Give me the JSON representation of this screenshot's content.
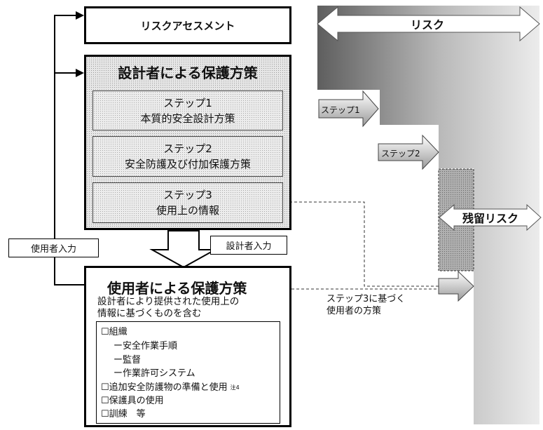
{
  "risk_assessment": "リスクアセスメント",
  "designer_measures": {
    "title": "設計者による保護方策",
    "steps": [
      {
        "line1": "ステップ1",
        "line2": "本質的安全設計方策"
      },
      {
        "line1": "ステップ2",
        "line2": "安全防護及び付加保護方策"
      },
      {
        "line1": "ステップ3",
        "line2": "使用上の情報"
      }
    ]
  },
  "labels": {
    "user_input": "使用者入力",
    "designer_input": "設計者入力"
  },
  "user_measures": {
    "title": "使用者による保護方策",
    "subtitle_line1": "設計者により提供された使用上の",
    "subtitle_line2": "情報に基づくものを含む",
    "items": [
      "☐組織",
      "ー安全作業手順",
      "ー監督",
      "ー作業許可システム",
      "☐追加安全防護物の準備と使用",
      "☐保護具の使用",
      "☐訓練　等"
    ],
    "note": "注4"
  },
  "right_side": {
    "risk": "リスク",
    "step1_arrow": "ステップ1",
    "step2_arrow": "ステップ2",
    "residual_risk": "残留リスク",
    "user_measure_line1": "ステップ3に基づく",
    "user_measure_line2": "使用者の方策"
  },
  "colors": {
    "risk_dark": "#6b6b6b",
    "risk_light": "#e8e8e8",
    "border": "#000000"
  }
}
